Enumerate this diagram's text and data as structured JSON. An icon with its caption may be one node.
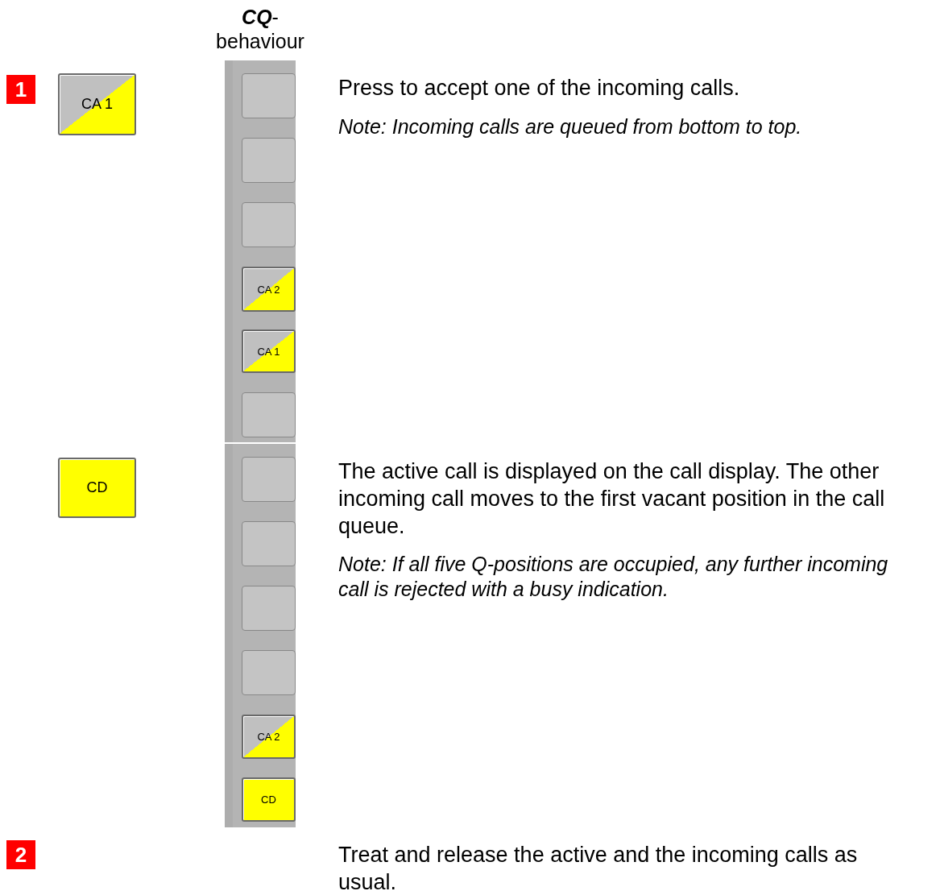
{
  "diagram": {
    "nodes": [
      {
        "text": [
          "1"
        ]
      },
      {
        "text": [
          "CA 1"
        ]
      },
      {
        "text": [],
        "shape": "bar"
      },
      {
        "text": [],
        "shape": "box",
        "in": 2
      },
      {
        "text": [],
        "shape": "box",
        "in": 2
      },
      {
        "text": [],
        "shape": "box",
        "in": 2
      },
      {
        "text": [
          "CA 2"
        ],
        "in": 2
      },
      {
        "text": [
          "CA 1"
        ],
        "in": 2
      },
      {
        "text": [],
        "shape": "box",
        "in": 2
      },
      {
        "text": [
          "CD"
        ]
      },
      {
        "text": [],
        "shape": "bar"
      },
      {
        "text": [],
        "shape": "box",
        "in": 10
      },
      {
        "text": [],
        "shape": "box",
        "in": 10
      },
      {
        "text": [],
        "shape": "box",
        "in": 10
      },
      {
        "text": [],
        "shape": "box",
        "in": 10
      },
      {
        "text": [
          "CA 2"
        ],
        "in": 10
      },
      {
        "text": [
          "CD"
        ],
        "in": 10
      },
      {
        "text": [
          "2"
        ]
      }
    ],
    "labels": [
      "**CQ**-behaviour",
      "Press to accept one of the incoming calls.",
      "Note: Incoming calls are queued from bottom to top.",
      "The active call is displayed on the call display. The other incoming call moves to the first vacant position in the call queue.",
      "Note: If all five Q-positions are occupied, any further incoming call is rejected with a busy indication.",
      "Treat and release the active and the incoming calls as usual."
    ]
  }
}
